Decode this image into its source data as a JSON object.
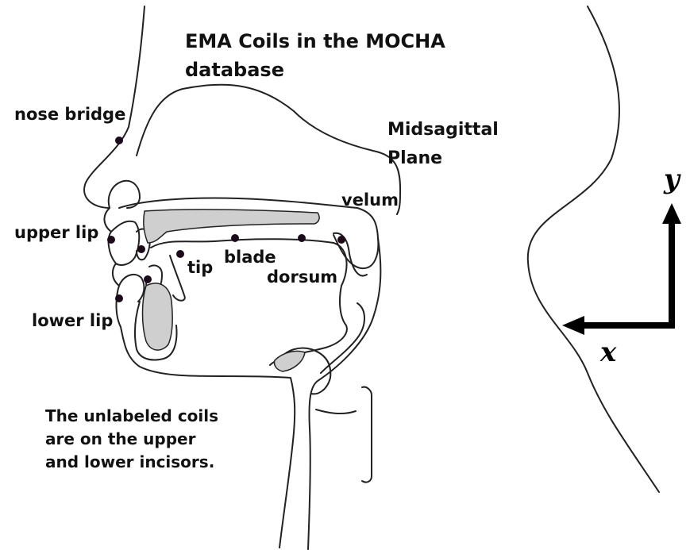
{
  "title": {
    "line1": "EMA Coils in the MOCHA",
    "line2": "database"
  },
  "plane_label": {
    "line1": "Midsagittal",
    "line2": "Plane"
  },
  "labels": {
    "nose_bridge": "nose bridge",
    "upper_lip": "upper lip",
    "lower_lip": "lower lip",
    "tip": "tip",
    "blade": "blade",
    "dorsum": "dorsum",
    "velum": "velum"
  },
  "note": {
    "line1": "The unlabeled coils",
    "line2": "are on the upper",
    "line3": "and lower incisors."
  },
  "axes": {
    "x": "x",
    "y": "y"
  },
  "colors": {
    "outline": "#222222",
    "fill_gray": "#cfcfcf",
    "coil": "#1a0a1a"
  }
}
